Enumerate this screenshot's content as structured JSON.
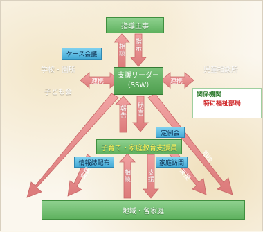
{
  "nodes": {
    "shidou_shuji": "指導主事",
    "case_kaigi": "ケース会議",
    "gakkou_enjo": "学校・園所",
    "kodomo_kai": "子ども会",
    "leader": "支援リーダー",
    "leader_sub": "（SSW）",
    "jidou_soudan": "児童相談所",
    "kankei_kikan": "関係機関",
    "fukushi_bukyoku": "特に福祉部局",
    "teirei_kai": "定例会",
    "kosodate": "子育て・家庭教育支援員",
    "jouhou_haifu": "情報誌配布",
    "katei_houmon": "家庭訪問",
    "chiiki": "地域・各家庭"
  },
  "arrow_labels": {
    "soudan_top": "相談",
    "shiji": "指示",
    "renkei_left": "連携",
    "renkei_right": "連携",
    "houkoku": "報告",
    "jogen": "助言",
    "soudan_bottom": "相談",
    "shien_left": "支援",
    "shien_right": "支援",
    "soudan_right_diag": "相談",
    "soudan_left_diag": "支援"
  },
  "colors": {
    "green": "#6cbf6c",
    "blue": "#5bbde3",
    "arrow": "#e58a8a",
    "accent_red": "#d0282a"
  }
}
